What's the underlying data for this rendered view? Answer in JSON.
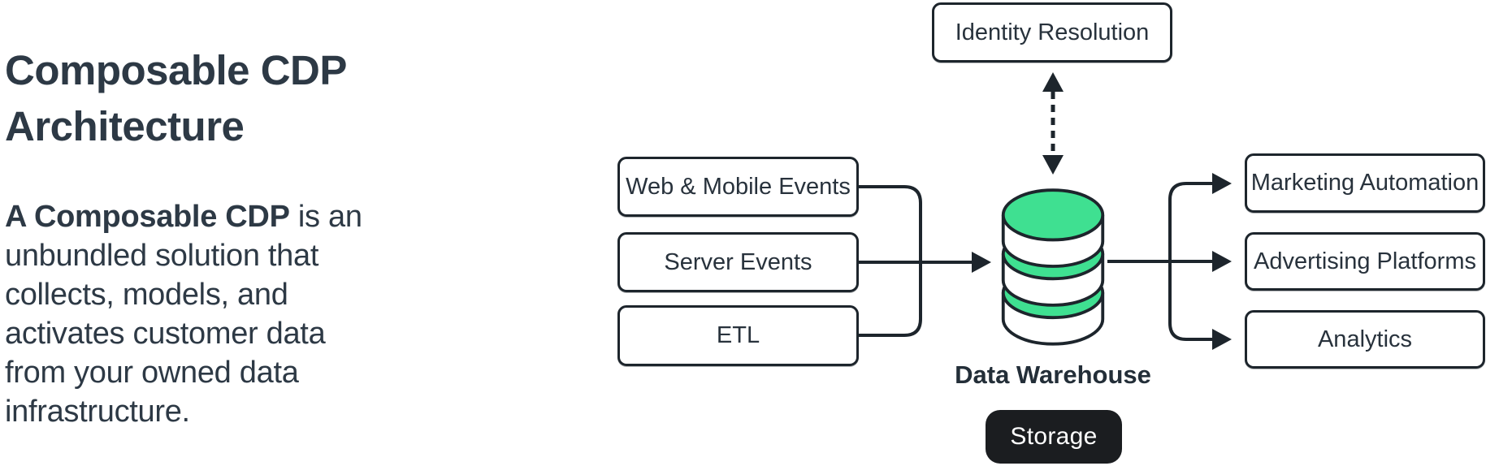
{
  "intro": {
    "title_lines": [
      "Composable CDP",
      "Architecture"
    ],
    "description_lead": "A Composable CDP",
    "description_rest": " is an unbundled solution that collects, models, and activates customer data from your owned data infrastructure."
  },
  "diagram": {
    "identity_label": "Identity Resolution",
    "sources": [
      "Web & Mobile Events",
      "Server Events",
      "ETL"
    ],
    "warehouse_label": "Data Warehouse",
    "storage_label": "Storage",
    "destinations": [
      "Marketing Automation",
      "Advertising Platforms",
      "Analytics"
    ],
    "icons": {
      "warehouse": "database-icon",
      "identity_link": "dashed-double-arrow-icon",
      "flow": "arrowhead-icons"
    },
    "colors": {
      "background": "#FFFFFF",
      "text": "#2D3945",
      "outline": "#1D252C",
      "accent_green": "#3FE091",
      "box_fill": "#FFFFFF",
      "storage_pill_bg": "#1B1D20",
      "storage_pill_text": "#FFFFFF"
    }
  }
}
